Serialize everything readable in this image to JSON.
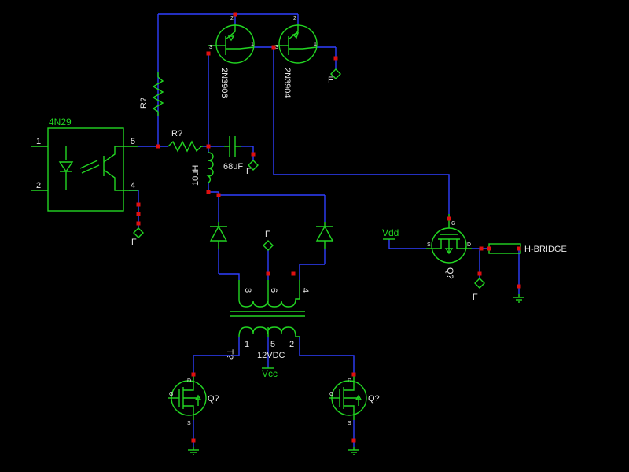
{
  "parts": {
    "opto": {
      "name": "4N29",
      "pin1": "1",
      "pin2": "2",
      "pin4": "4",
      "pin5": "5"
    },
    "r_top": {
      "ref": "R?"
    },
    "r_mid": {
      "ref": "R?"
    },
    "inductor": {
      "value": "10uH"
    },
    "capacitor": {
      "value": "68uF"
    },
    "q_pnp": {
      "part": "2N3906",
      "pin_e": "2",
      "pin_b": "3",
      "pin_c": "1"
    },
    "q_npn": {
      "part": "2N3904",
      "pin_e": "2",
      "pin_b": "3",
      "pin_c": "1"
    },
    "mosfet_main": {
      "ref": "Q?",
      "pin_g": "G",
      "pin_s": "S",
      "pin_d": "D"
    },
    "mosfet_left": {
      "ref": "Q?",
      "pin_g": "G",
      "pin_s": "S",
      "pin_d": "D"
    },
    "mosfet_right": {
      "ref": "Q?",
      "pin_g": "G",
      "pin_s": "S",
      "pin_d": "D"
    },
    "transformer": {
      "ref": "T?",
      "sec_pins": [
        "3",
        "6",
        "4"
      ],
      "pri_pins": [
        "1",
        "5",
        "2"
      ]
    },
    "supply": {
      "voltage": "12VDC",
      "vcc": "Vcc"
    },
    "vdd": {
      "label": "Vdd"
    },
    "hbridge": {
      "label": "H-BRIDGE"
    },
    "offpage": {
      "label": "F"
    }
  },
  "colors": {
    "background": "#000000",
    "wire": "#2f3fff",
    "component": "#22d622",
    "junction": "#e01010",
    "text": "#e8e8e8"
  }
}
